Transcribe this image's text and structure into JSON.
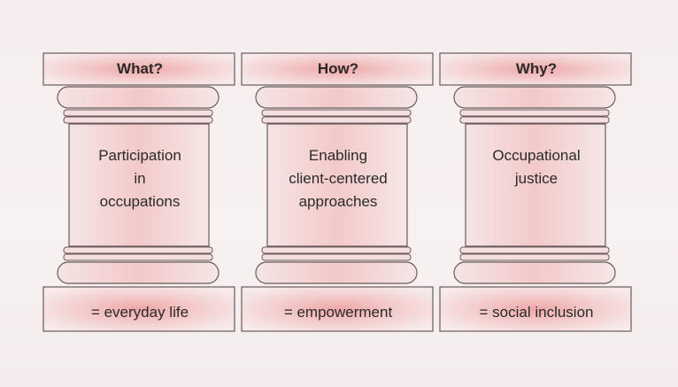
{
  "pillars": [
    {
      "header": "What?",
      "body": "Participation\nin\noccupations",
      "footer": "= everyday life"
    },
    {
      "header": "How?",
      "body": "Enabling\nclient-centered\napproaches",
      "footer": "= empowerment"
    },
    {
      "header": "Why?",
      "body": "Occupational\njustice",
      "footer": "= social inclusion"
    }
  ]
}
